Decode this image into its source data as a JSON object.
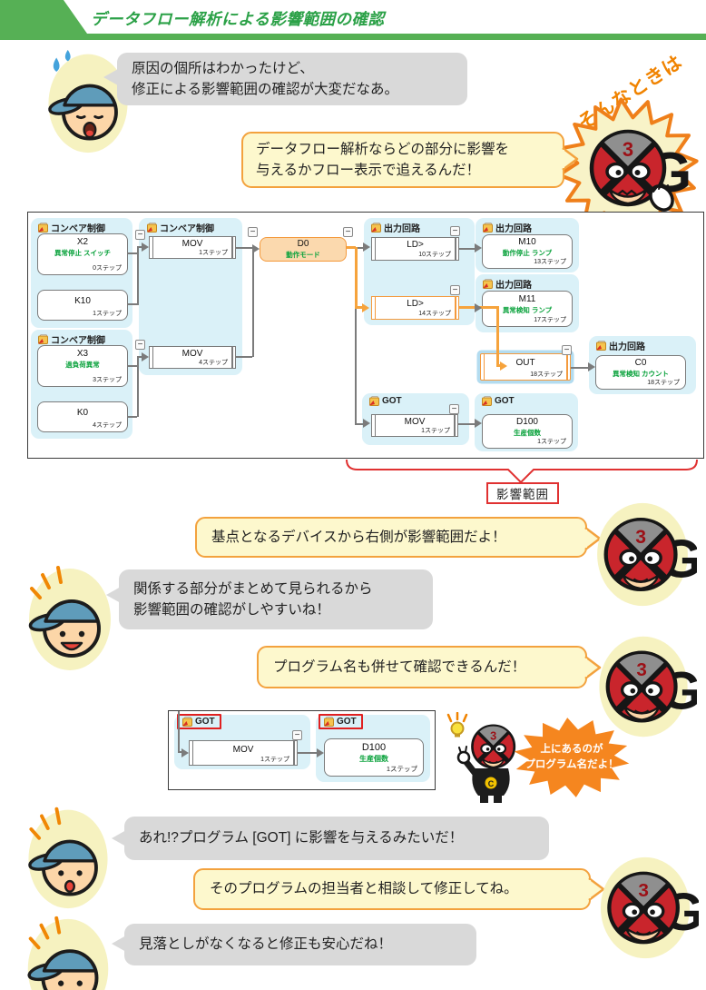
{
  "header": {
    "title": "データフロー解析による影響範囲の確認"
  },
  "colors": {
    "accent_green": "#56b055",
    "title_green": "#2ba147",
    "accent_orange": "#f08300",
    "highlight_orange": "#f49a3d",
    "impact_red": "#e03131",
    "group_blue": "#daf1f8",
    "comment_green": "#0aa23c",
    "bubble_gray": "#d9d9d9",
    "bubble_yellow": "#fdf8cd"
  },
  "intro": {
    "worried_line1": "原因の個所はわかったけど、",
    "worried_line2": "修正による影響範囲の確認が大変だなあ。",
    "sonna_tokiwa": "そんなときは",
    "answer_line1": "データフロー解析ならどの部分に影響を",
    "answer_line2": "与えるかフロー表示で追えるんだ！"
  },
  "diagram": {
    "collapse_symbol": "−",
    "impact_label": "影響範囲",
    "groups": {
      "c1": {
        "label": "コンベア制御"
      },
      "c2": {
        "label": "コンベア制御"
      },
      "c3": {
        "label": "コンベア制御"
      },
      "o1": {
        "label": "出力回路"
      },
      "o2": {
        "label": "出力回路"
      },
      "o3": {
        "label": "出力回路"
      },
      "o4": {
        "label": "出力回路"
      },
      "got1": {
        "label": "GOT"
      },
      "got2": {
        "label": "GOT"
      }
    },
    "nodes": {
      "x2": {
        "name": "X2",
        "comment": "異常停止 スイッチ",
        "steps": "0ステップ"
      },
      "k10": {
        "name": "K10",
        "steps": "1ステップ"
      },
      "mov1": {
        "name": "MOV",
        "steps": "1ステップ"
      },
      "x3": {
        "name": "X3",
        "comment": "過負荷異常",
        "steps": "3ステップ"
      },
      "k0": {
        "name": "K0",
        "steps": "4ステップ"
      },
      "mov2": {
        "name": "MOV",
        "steps": "4ステップ"
      },
      "d0": {
        "name": "D0",
        "comment": "動作モード"
      },
      "ld1": {
        "name": "LD>",
        "steps": "10ステップ"
      },
      "ld2": {
        "name": "LD>",
        "steps": "14ステップ"
      },
      "m10": {
        "name": "M10",
        "comment": "動作停止 ランプ",
        "steps": "13ステップ"
      },
      "m11": {
        "name": "M11",
        "comment": "異常検知 ランプ",
        "steps": "17ステップ"
      },
      "out": {
        "name": "OUT",
        "steps": "18ステップ"
      },
      "c0": {
        "name": "C0",
        "comment": "異常検知 カウント",
        "steps": "18ステップ"
      },
      "mov3": {
        "name": "MOV",
        "steps": "1ステップ"
      },
      "d100": {
        "name": "D100",
        "comment": "生産個数",
        "steps": "1ステップ"
      }
    }
  },
  "middle": {
    "range_note": "基点となるデバイスから右側が影響範囲だよ！",
    "easy_line1": "関係する部分がまとめて見られるから",
    "easy_line2": "影響範囲の確認がしやすいね！",
    "program_note": "プログラム名も併せて確認できるんだ！"
  },
  "mini": {
    "group1_label": "GOT",
    "group2_label": "GOT",
    "mov": {
      "name": "MOV",
      "steps": "1ステップ"
    },
    "d100": {
      "name": "D100",
      "comment": "生産個数",
      "steps": "1ステップ"
    },
    "callout_line1": "上にあるのが",
    "callout_line2": "プログラム名だよ！"
  },
  "bottom": {
    "surprise": "あれ!?プログラム [GOT] に影響を与えるみたいだ！",
    "advice": "そのプログラムの担当者と相談して修正してね。",
    "relief": "見落としがなくなると修正も安心だね！"
  }
}
